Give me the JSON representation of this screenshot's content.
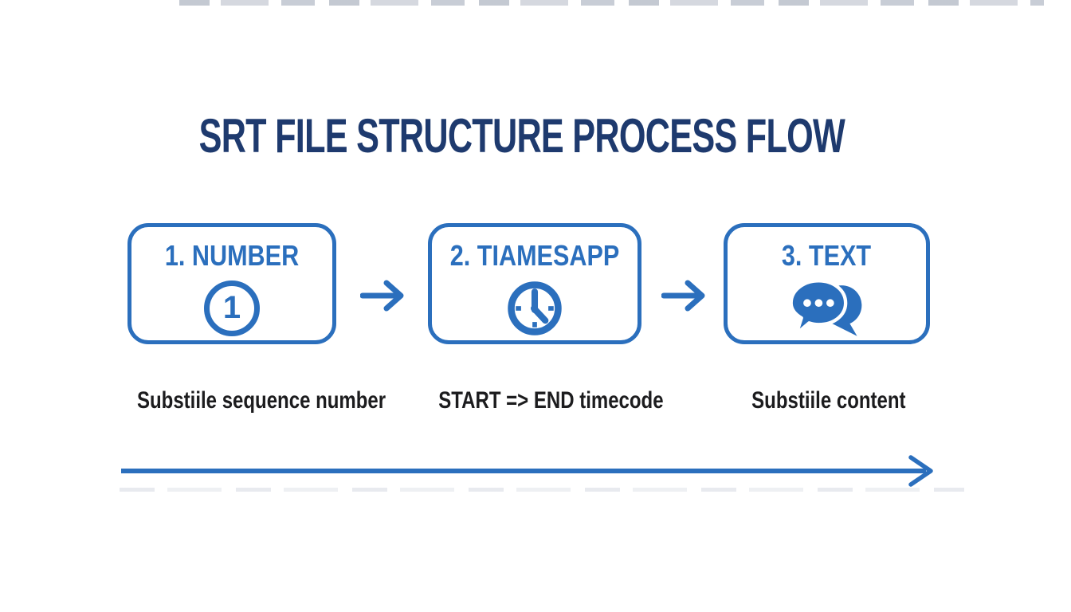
{
  "title": {
    "text": "SRT FILE STRUCTURE PROCESS FLOW"
  },
  "colors": {
    "accent_blue": "#2b6fbd",
    "title_navy": "#1e3a6e",
    "label_dark": "#1c1c1e"
  },
  "steps": [
    {
      "label": "1. NUMBER",
      "icon": "number-one-circle-icon",
      "icon_glyph": "1",
      "caption": "Substiile sequence number"
    },
    {
      "label": "2. TIAMESAPP",
      "icon": "clock-icon",
      "caption": "START => END timecode"
    },
    {
      "label": "3. TEXT",
      "icon": "chat-bubbles-icon",
      "caption": "Substiile content"
    }
  ],
  "flow": {
    "direction": "left-to-right"
  }
}
